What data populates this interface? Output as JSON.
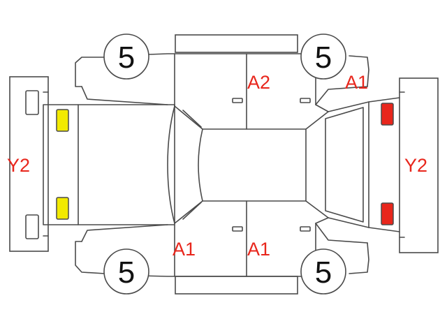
{
  "colors": {
    "outline": "#4a4a4a",
    "label": "#e8261c",
    "front_lamp": "#f2ea00",
    "rear_lamp": "#e8261c",
    "tire_text": "#111111"
  },
  "tires": {
    "front_left": "5",
    "rear_left": "5",
    "front_right": "5",
    "rear_right": "5"
  },
  "labels": {
    "front_bumper": "Y2",
    "rear_bumper": "Y2",
    "rear_door_right": "A2",
    "rear_quarter_right": "A1",
    "front_door_left": "A1",
    "rear_door_left": "A1"
  },
  "lamps": {
    "front": "yellow",
    "rear": "red"
  }
}
